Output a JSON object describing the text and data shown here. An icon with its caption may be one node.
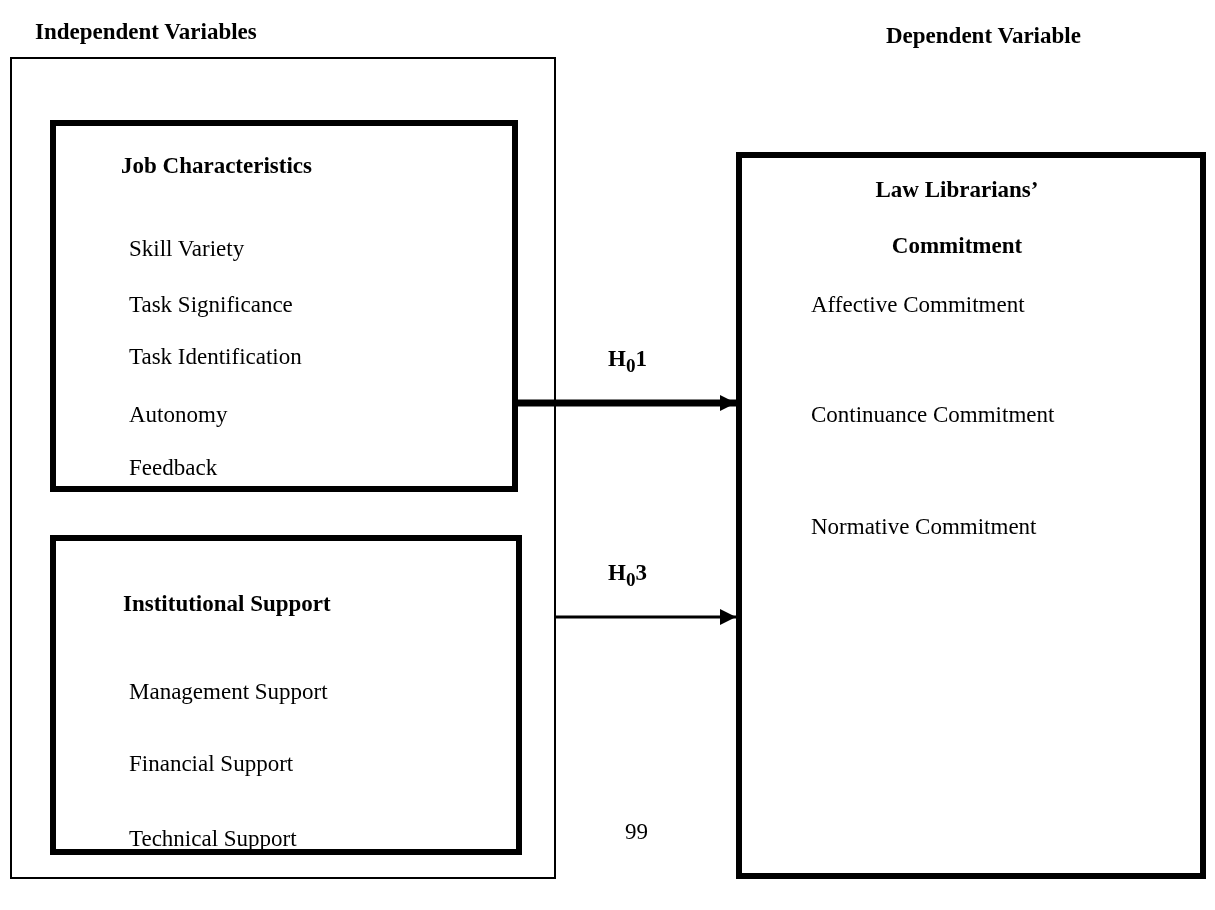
{
  "diagram": {
    "nodes": [
      {
        "text": [
          "Independent Variables"
        ]
      },
      {
        "text": [
          "Job Characteristics",
          "Skill Variety",
          "Task Significance",
          "Task Identification",
          "Autonomy",
          "Feedback"
        ],
        "in": 0
      },
      {
        "text": [
          "Institutional Support",
          "Management Support",
          "Financial Support",
          "Technical Support"
        ],
        "in": 0
      },
      {
        "text": [
          "Dependent Variable",
          "Law Librarians’ Commitment",
          "Affective Commitment",
          "Continuance Commitment",
          "Normative Commitment"
        ]
      }
    ],
    "edges": [
      {
        "from": 1,
        "to": 3,
        "arrow": "to",
        "label": "H$_{0}$1",
        "style": "thick"
      },
      {
        "from": 0,
        "to": 3,
        "arrow": "to",
        "label": "H$_{0}$3"
      }
    ],
    "labels": [
      "99"
    ]
  }
}
